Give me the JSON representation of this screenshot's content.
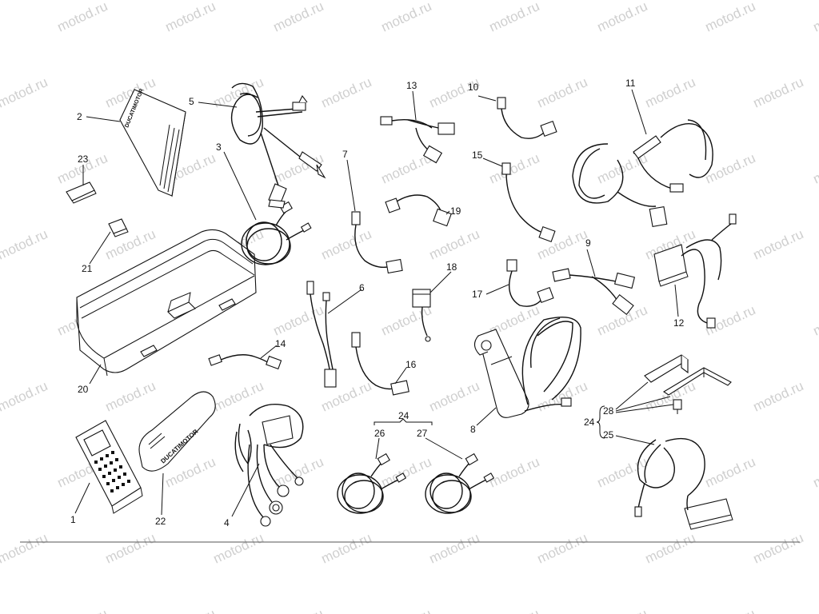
{
  "watermark": "motod.ru",
  "colors": {
    "line": "#111111",
    "watermark": "#cfcfcf",
    "background": "#ffffff"
  },
  "brand_text": "DUCATIMOTOR",
  "parts": [
    {
      "n": "1"
    },
    {
      "n": "2"
    },
    {
      "n": "3"
    },
    {
      "n": "4"
    },
    {
      "n": "5"
    },
    {
      "n": "6"
    },
    {
      "n": "7"
    },
    {
      "n": "8"
    },
    {
      "n": "9"
    },
    {
      "n": "10"
    },
    {
      "n": "11"
    },
    {
      "n": "12"
    },
    {
      "n": "13"
    },
    {
      "n": "14"
    },
    {
      "n": "15"
    },
    {
      "n": "16"
    },
    {
      "n": "17"
    },
    {
      "n": "18"
    },
    {
      "n": "19"
    },
    {
      "n": "20"
    },
    {
      "n": "21"
    },
    {
      "n": "22"
    },
    {
      "n": "23"
    },
    {
      "n": "24"
    },
    {
      "n": "24"
    },
    {
      "n": "25"
    },
    {
      "n": "26"
    },
    {
      "n": "27"
    },
    {
      "n": "28"
    }
  ]
}
